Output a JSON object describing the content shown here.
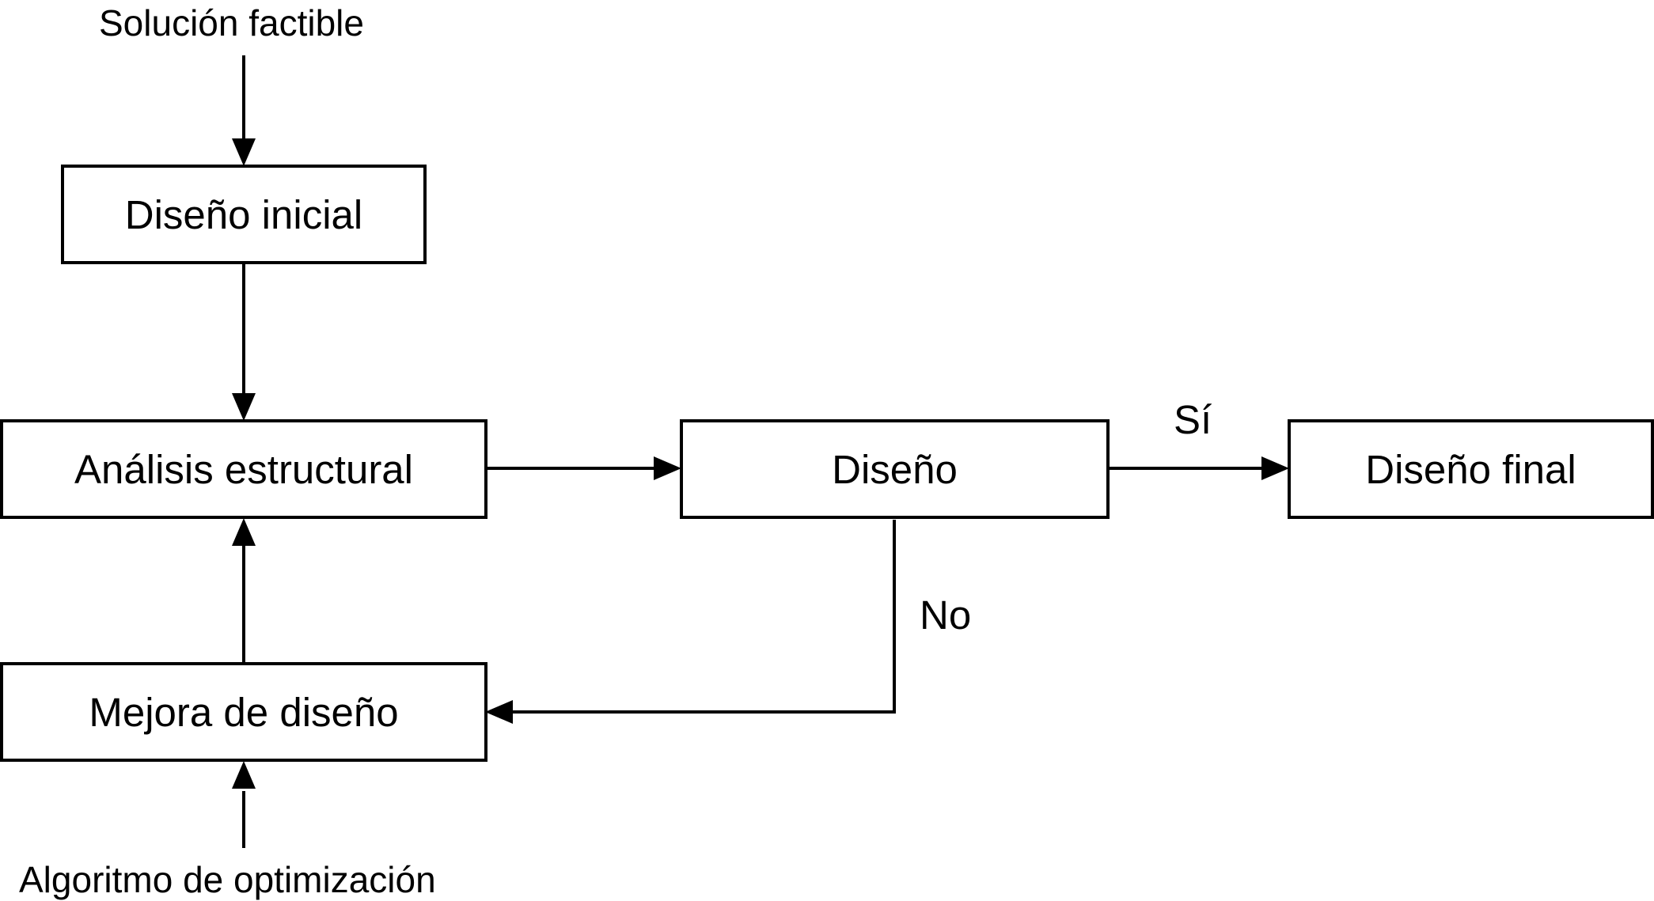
{
  "diagram": {
    "inputs": {
      "top": "Solución factible",
      "bottom": "Algoritmo de optimización"
    },
    "nodes": {
      "initial": "Diseño inicial",
      "analysis": "Análisis estructural",
      "design": "Diseño",
      "final": "Diseño final",
      "improvement": "Mejora de diseño"
    },
    "branches": {
      "yes": "Sí",
      "no": "No"
    }
  }
}
